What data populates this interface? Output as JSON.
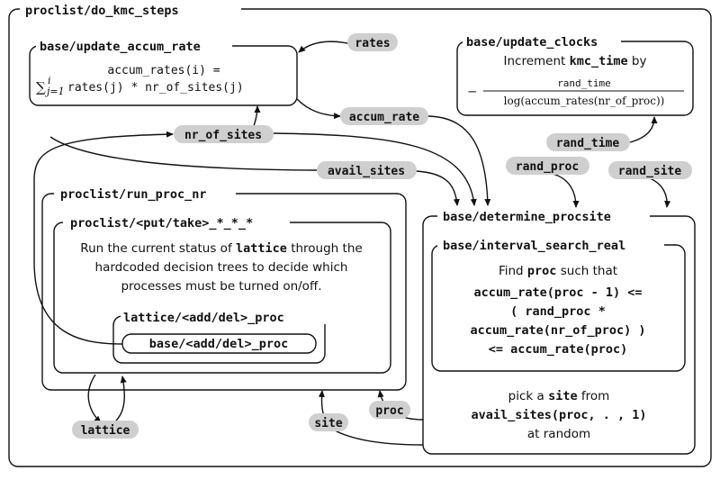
{
  "outer": {
    "title": "proclist/do_kmc_steps"
  },
  "update_accum_rate": {
    "title": "base/update_accum_rate",
    "line1": "accum_rates(i) =",
    "sum_sym": "∑",
    "sum_upper": "i",
    "sum_lower": "j=1",
    "line2": "rates(j) * nr_of_sites(j)"
  },
  "update_clocks": {
    "title": "base/update_clocks",
    "line1_pre": "Increment ",
    "line1_code": "kmc_time",
    "line1_post": " by",
    "minus": "−",
    "numerator": "rand_time",
    "denominator": "log(accum_rates(nr_of_proc))"
  },
  "run_proc_nr": {
    "title": "proclist/run_proc_nr"
  },
  "put_take": {
    "title": "proclist/<put/take>_*_*_*",
    "desc1_pre": "Run the current status of ",
    "desc1_code": "lattice",
    "desc1_post": " through the",
    "desc2": "hardcoded decision trees to decide which",
    "desc3": "processes must be turned on/off."
  },
  "add_del_proc": {
    "title": "lattice/<add/del>_proc"
  },
  "base_add_del": {
    "title": "base/<add/del>_proc"
  },
  "determine_procsite": {
    "title": "base/determine_procsite",
    "pick1_pre": "pick a ",
    "pick1_code": "site",
    "pick1_post": " from",
    "pick2": "avail_sites(proc, . , 1)",
    "pick3": "at random"
  },
  "interval_search": {
    "title": "base/interval_search_real",
    "find_pre": "Find ",
    "find_code": "proc",
    "find_post": " such that",
    "l2": "accum_rate(proc - 1) <=",
    "l3": "( rand_proc *",
    "l4": "accum_rate(nr_of_proc) )",
    "l5": "<= accum_rate(proc)"
  },
  "vars": {
    "rates": "rates",
    "accum_rate": "accum_rate",
    "nr_of_sites": "nr_of_sites",
    "avail_sites": "avail_sites",
    "rand_time": "rand_time",
    "rand_proc": "rand_proc",
    "rand_site": "rand_site",
    "lattice": "lattice",
    "site": "site",
    "proc": "proc"
  }
}
